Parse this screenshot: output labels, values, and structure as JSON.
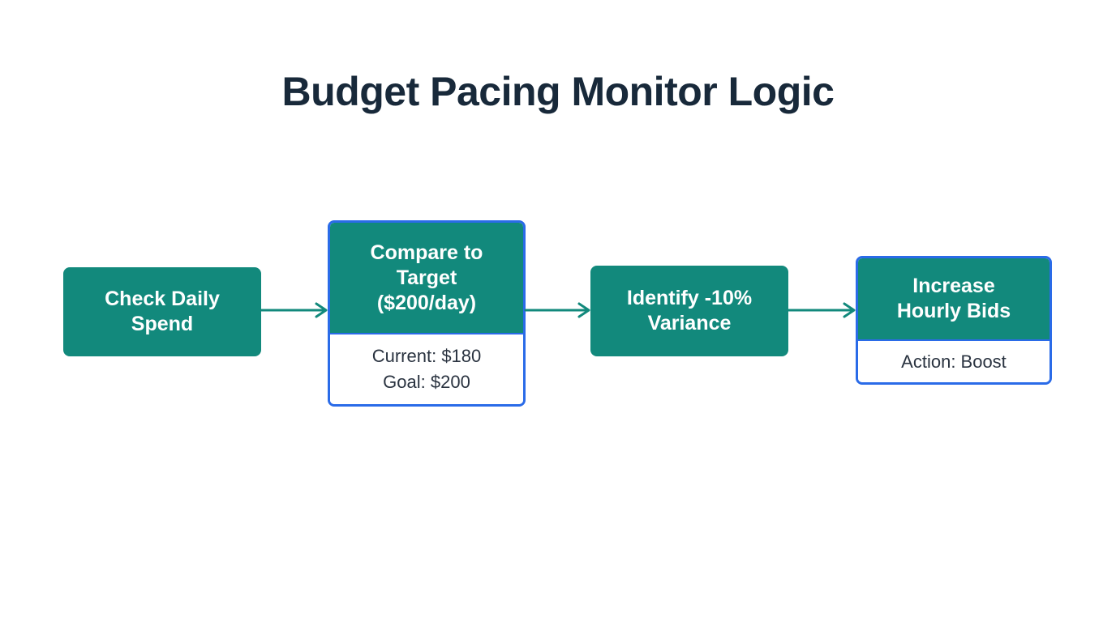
{
  "title": "Budget Pacing Monitor Logic",
  "colors": {
    "node_fill": "#12897C",
    "highlight_border": "#2A6BE8",
    "arrow": "#12897C",
    "title_text": "#18293A",
    "annotation_text": "#2A3340",
    "node_text": "#FFFFFF",
    "background": "#FFFFFF"
  },
  "nodes": [
    {
      "label": "Check Daily Spend",
      "lines": [
        "Check Daily",
        "Spend"
      ]
    },
    {
      "label": "Compare to Target ($200/day)",
      "lines": [
        "Compare to",
        "Target",
        "($200/day)"
      ],
      "annotation": [
        "Current: $180",
        "Goal: $200"
      ]
    },
    {
      "label": "Identify -10% Variance",
      "lines": [
        "Identify -10%",
        "Variance"
      ]
    },
    {
      "label": "Increase Hourly Bids",
      "lines": [
        "Increase",
        "Hourly Bids"
      ],
      "annotation": [
        "Action: Boost"
      ]
    }
  ]
}
